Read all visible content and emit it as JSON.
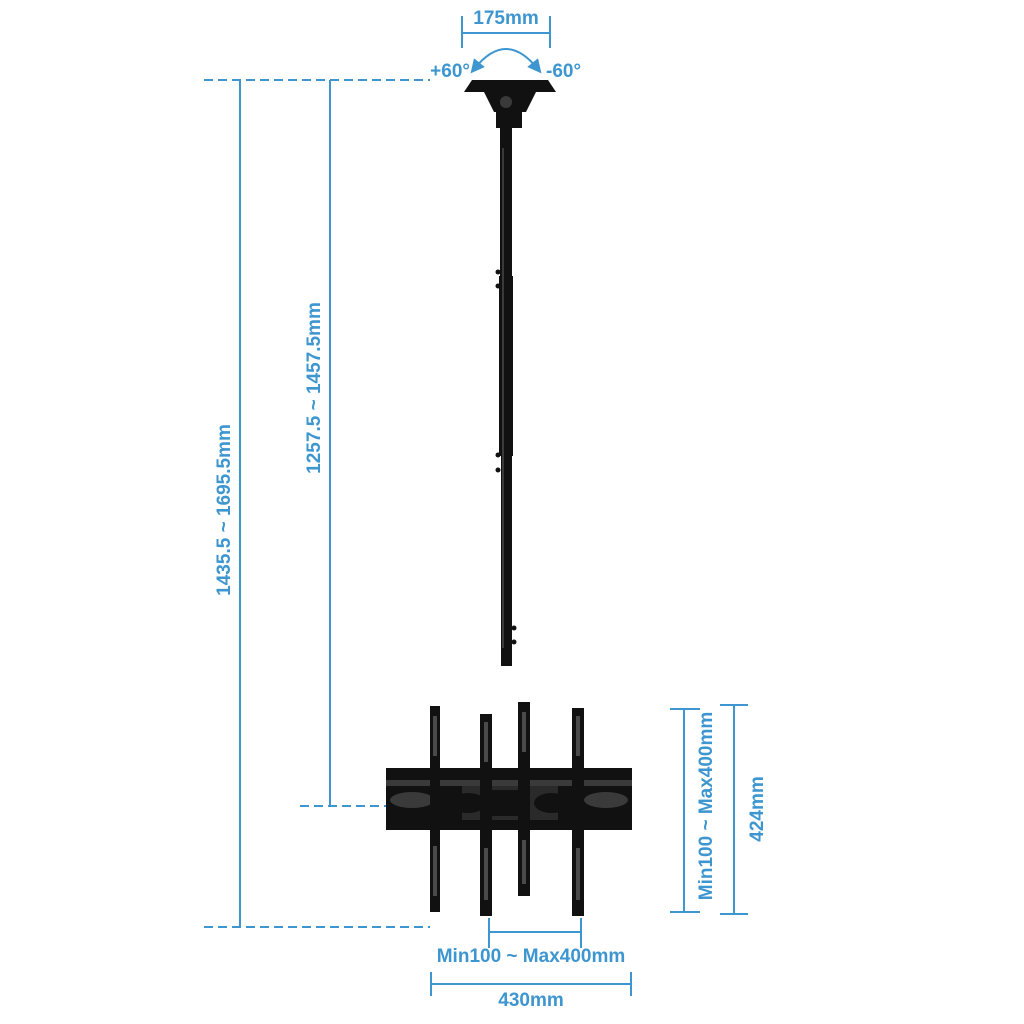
{
  "labels": {
    "top_plate_width": "175mm",
    "swivel_left": "+60°",
    "swivel_right": "-60°",
    "total_height": "1435.5 ~ 1695.5mm",
    "pole_height": "1257.5 ~ 1457.5mm",
    "vesa_vertical": "Min100 ~ Max400mm",
    "bracket_height": "424mm",
    "vesa_horizontal": "Min100 ~ Max400mm",
    "bracket_width": "430mm"
  },
  "colors": {
    "dimension": "#3d96cf",
    "mount": "#111111",
    "mount_highlight": "#3a3a3a",
    "background": "#ffffff"
  }
}
